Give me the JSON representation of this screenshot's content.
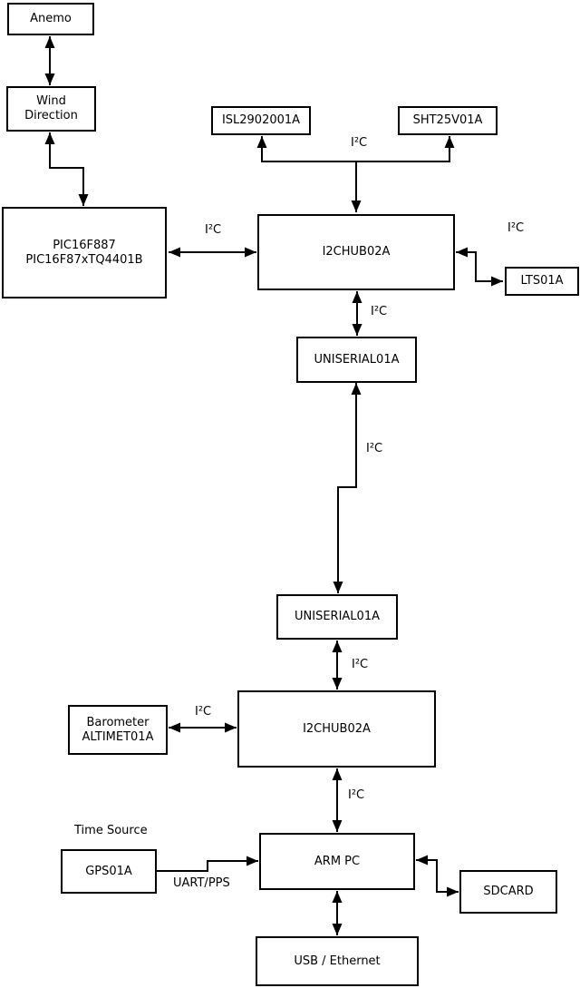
{
  "diagram": {
    "blocks": {
      "anemo": {
        "label": "Anemo"
      },
      "wind_direction": {
        "label": "Wind\nDirection"
      },
      "pic": {
        "label": "PIC16F887\nPIC16F87xTQ4401B"
      },
      "isl": {
        "label": "ISL2902001A"
      },
      "sht": {
        "label": "SHT25V01A"
      },
      "i2chub_top": {
        "label": "I2CHUB02A"
      },
      "lts": {
        "label": "LTS01A"
      },
      "uniserial_top": {
        "label": "UNISERIAL01A"
      },
      "uniserial_bottom": {
        "label": "UNISERIAL01A"
      },
      "i2chub_bottom": {
        "label": "I2CHUB02A"
      },
      "barometer": {
        "label": "Barometer\nALTIMET01A"
      },
      "gps": {
        "label": "GPS01A"
      },
      "arm_pc": {
        "label": "ARM PC"
      },
      "sdcard": {
        "label": "SDCARD"
      },
      "usb_ethernet": {
        "label": "USB / Ethernet"
      }
    },
    "labels": {
      "i2c": "I²C",
      "uart_pps": "UART/PPS",
      "time_source": "Time Source"
    },
    "colors": {
      "line": "#000000",
      "box_fill": "#ffffff",
      "background": "#ffffff"
    }
  }
}
